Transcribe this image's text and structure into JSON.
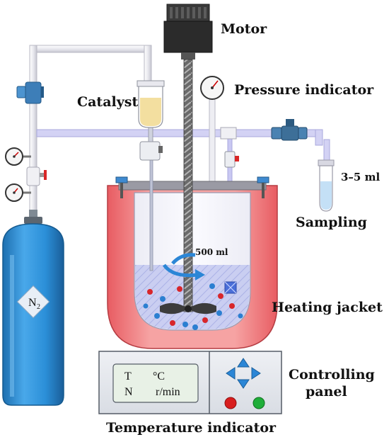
{
  "labels": {
    "motor": "Motor",
    "pressure_indicator": "Pressure indicator",
    "catalyst": "Catalyst",
    "volume_sample": "3–5 ml",
    "sampling": "Sampling",
    "volume_reactor": "500 ml",
    "heating_jacket": "Heating jacket",
    "controlling_panel_line1": "Controlling",
    "controlling_panel_line2": "panel",
    "temperature_indicator": "Temperature indicator",
    "cylinder_gas": "N",
    "cylinder_gas_subscript": "2"
  },
  "display": {
    "temp_symbol": "T",
    "temp_unit": "°C",
    "speed_symbol": "N",
    "speed_unit": "r/min"
  },
  "colors": {
    "jacket": "#f2777a",
    "jacket_inner": "#fbd6d6",
    "cylinder": "#2a8fd6",
    "pipe_gas": "#c9c8f2",
    "liquid": "#b9c0ee",
    "catalyst_liquid": "#f3dfa0",
    "panel": "#e3e6ec",
    "button_red": "#d81e1e",
    "button_green": "#1fae3a",
    "arrow_blue": "#2b86d6"
  }
}
